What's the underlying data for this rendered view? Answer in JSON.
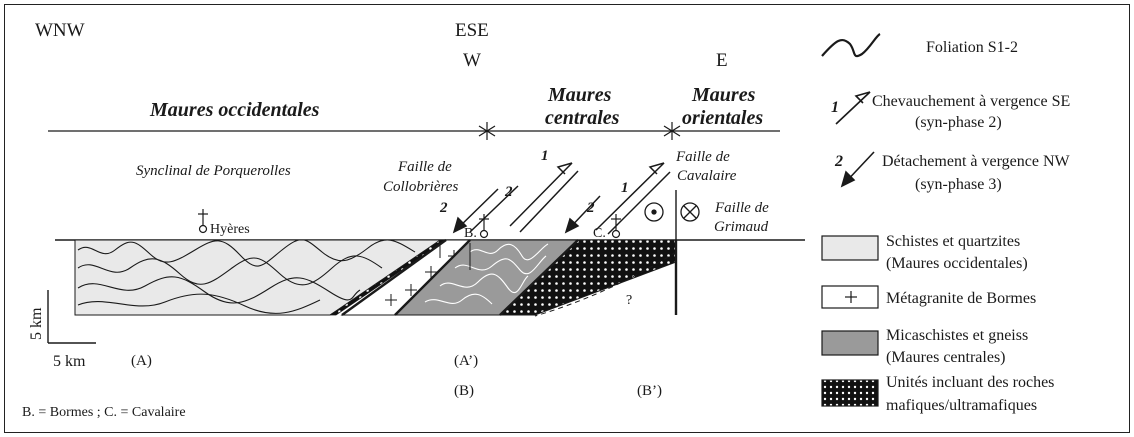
{
  "orientation": {
    "left": "WNW",
    "middle_top": "ESE",
    "middle_bottom": "W",
    "right": "E"
  },
  "domains": {
    "occidentales": "Maures occidentales",
    "centrales_line1": "Maures",
    "centrales_line2": "centrales",
    "orientales_line1": "Maures",
    "orientales_line2": "orientales"
  },
  "labels": {
    "synclinal": "Synclinal de Porquerolles",
    "faille_collo_1": "Faille de",
    "faille_collo_2": "Collobrières",
    "faille_cava_1": "Faille de",
    "faille_cava_2": "Cavalaire",
    "faille_grim_1": "Faille de",
    "faille_grim_2": "Grimaud",
    "hyeres": "Hyères",
    "bormes_abbr": "B.",
    "cavalaire_abbr": "C.",
    "question": "?",
    "fault_num_1a": "1",
    "fault_num_2a": "2",
    "fault_num_2b": "2",
    "fault_num_1b": "1",
    "fault_num_2c": "2",
    "scale_v": "5 km",
    "scale_h": "5 km",
    "sec_A": "(A)",
    "sec_A2": "(A’)",
    "sec_B": "(B)",
    "sec_B2": "(B’)",
    "abbrev_note": "B. = Bormes ; C. = Cavalaire"
  },
  "legend": {
    "foliation": "Foliation S1-2",
    "chev_num": "1",
    "chev_line1": "Chevauchement à vergence SE",
    "chev_line2": "(syn-phase 2)",
    "detach_num": "2",
    "detach_line1": "Détachement à vergence NW",
    "detach_line2": "(syn-phase 3)",
    "schistes_line1": "Schistes et quartzites",
    "schistes_line2": "(Maures occidentales)",
    "metagranite": "Métagranite de Bormes",
    "micaschistes_line1": "Micaschistes et gneiss",
    "micaschistes_line2": "(Maures centrales)",
    "unites_line1": "Unités incluant des roches",
    "unites_line2": "mafiques/ultramafiques"
  },
  "colors": {
    "schistes_fill": "#e9e9e9",
    "micaschistes_fill": "#9a9a9a",
    "unites_fill": "#111111",
    "line": "#1a1a1a"
  }
}
